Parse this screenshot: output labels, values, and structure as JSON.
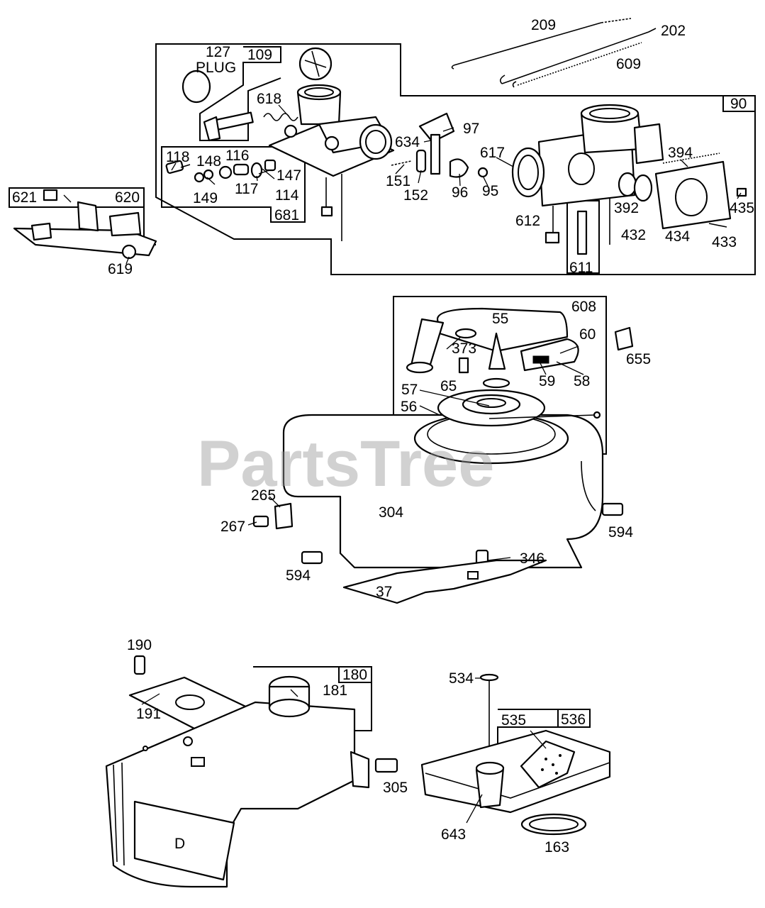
{
  "watermark": "PartsTree",
  "plug_label": "PLUG",
  "boxed_labels": [
    "109",
    "90",
    "620",
    "681",
    "611",
    "608",
    "180",
    "536"
  ],
  "part_numbers": [
    "209",
    "202",
    "609",
    "127",
    "618",
    "97",
    "634",
    "617",
    "394",
    "118",
    "148",
    "116",
    "147",
    "149",
    "117",
    "114",
    "151",
    "152",
    "96",
    "95",
    "612",
    "392",
    "432",
    "434",
    "435",
    "433",
    "621",
    "619",
    "55",
    "60",
    "655",
    "373",
    "59",
    "58",
    "65",
    "57",
    "56",
    "265",
    "304",
    "267",
    "594",
    "346",
    "37",
    "190",
    "181",
    "191",
    "305",
    "534",
    "535",
    "643",
    "163"
  ],
  "ring_marking": "D"
}
